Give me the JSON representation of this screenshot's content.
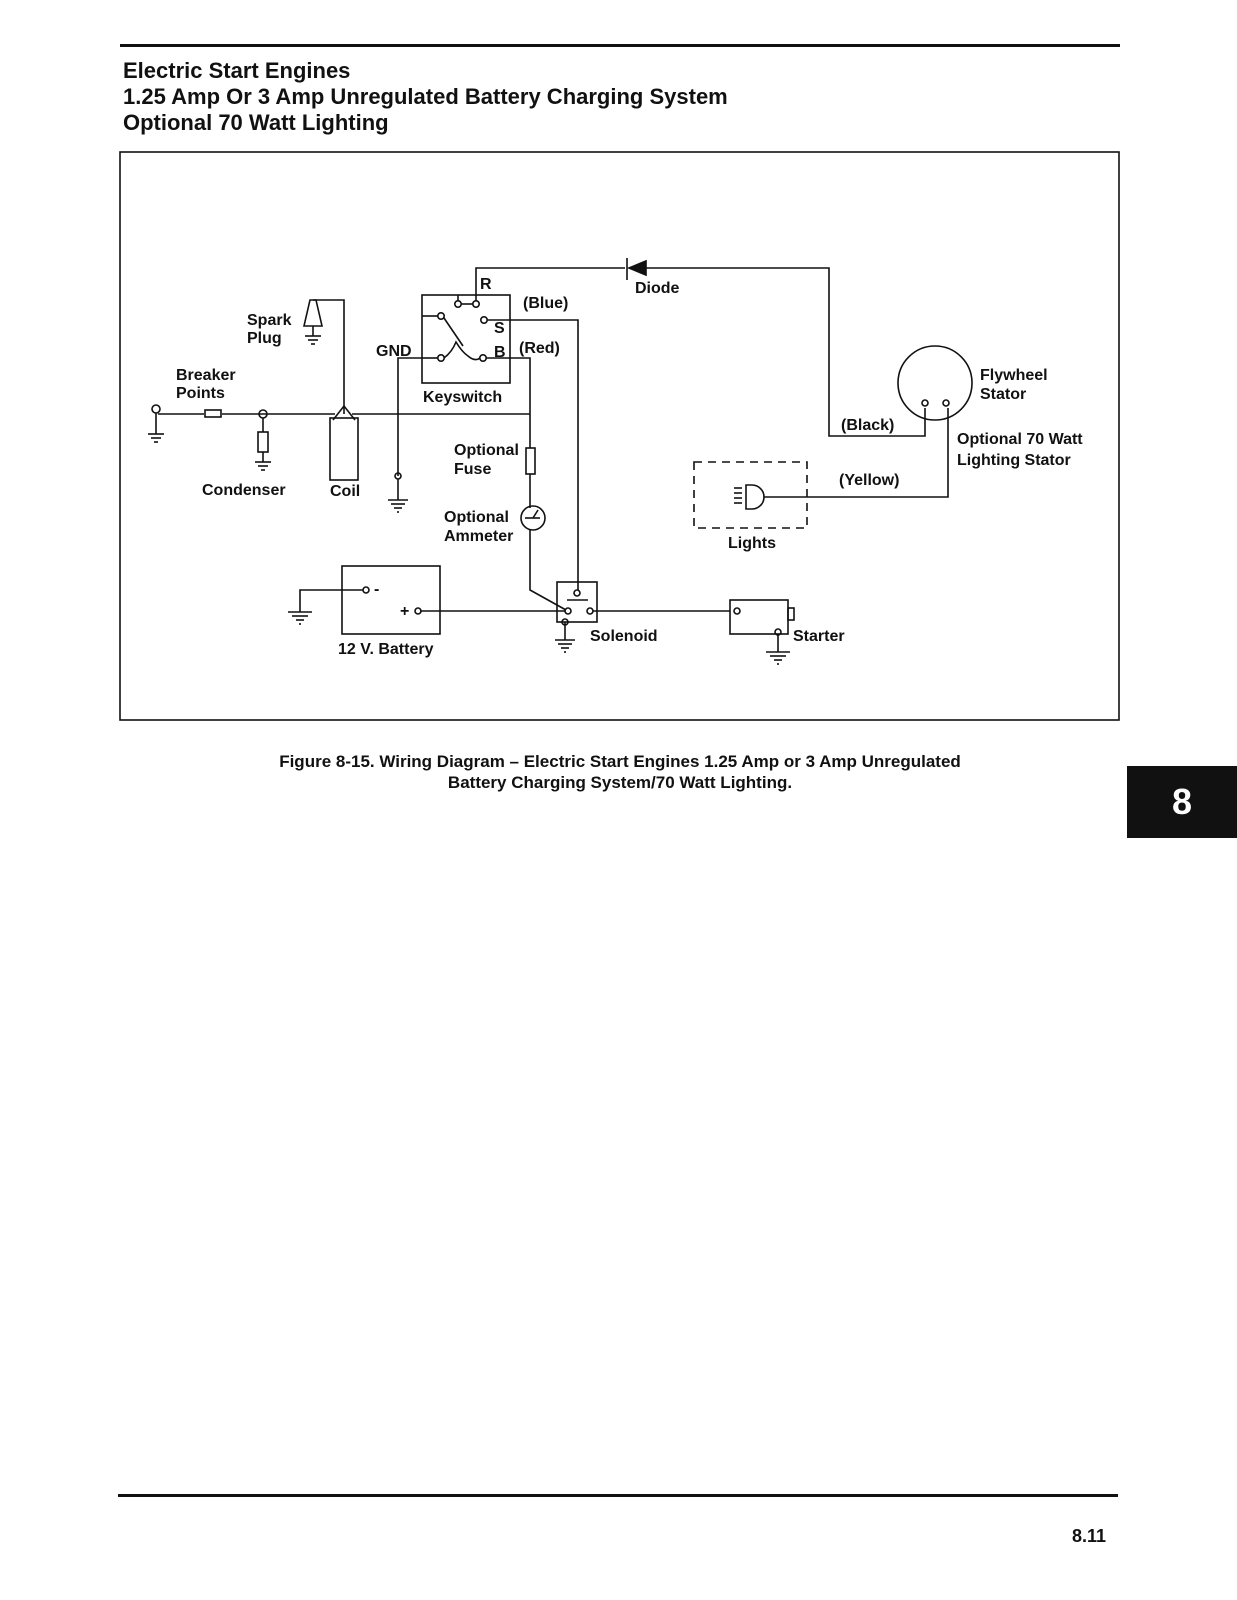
{
  "header": {
    "title_lines": [
      "Electric Start Engines",
      "1.25 Amp Or 3 Amp Unregulated Battery Charging System",
      "Optional 70 Watt Lighting"
    ]
  },
  "diagram": {
    "labels": {
      "spark": "Spark",
      "plug": "Plug",
      "breaker": "Breaker",
      "points": "Points",
      "condenser": "Condenser",
      "coil": "Coil",
      "gnd": "GND",
      "keyswitch": "Keyswitch",
      "r": "R",
      "s": "S",
      "b": "B",
      "blue": "(Blue)",
      "red": "(Red)",
      "diode": "Diode",
      "optional_fuse_1": "Optional",
      "optional_fuse_2": "Fuse",
      "optional_ammeter_1": "Optional",
      "optional_ammeter_2": "Ammeter",
      "battery": "12 V. Battery",
      "minus": "-",
      "plus": "+",
      "solenoid": "Solenoid",
      "starter": "Starter",
      "lights": "Lights",
      "yellow": "(Yellow)",
      "black": "(Black)",
      "flywheel_1": "Flywheel",
      "flywheel_2": "Stator",
      "lighting_stator_1": "Optional 70 Watt",
      "lighting_stator_2": "Lighting Stator"
    }
  },
  "caption": {
    "line1": "Figure 8-15. Wiring Diagram – Electric Start Engines 1.25 Amp or 3 Amp Unregulated",
    "line2": "Battery Charging System/70 Watt Lighting."
  },
  "section_tab": "8",
  "page_number": "8.11"
}
